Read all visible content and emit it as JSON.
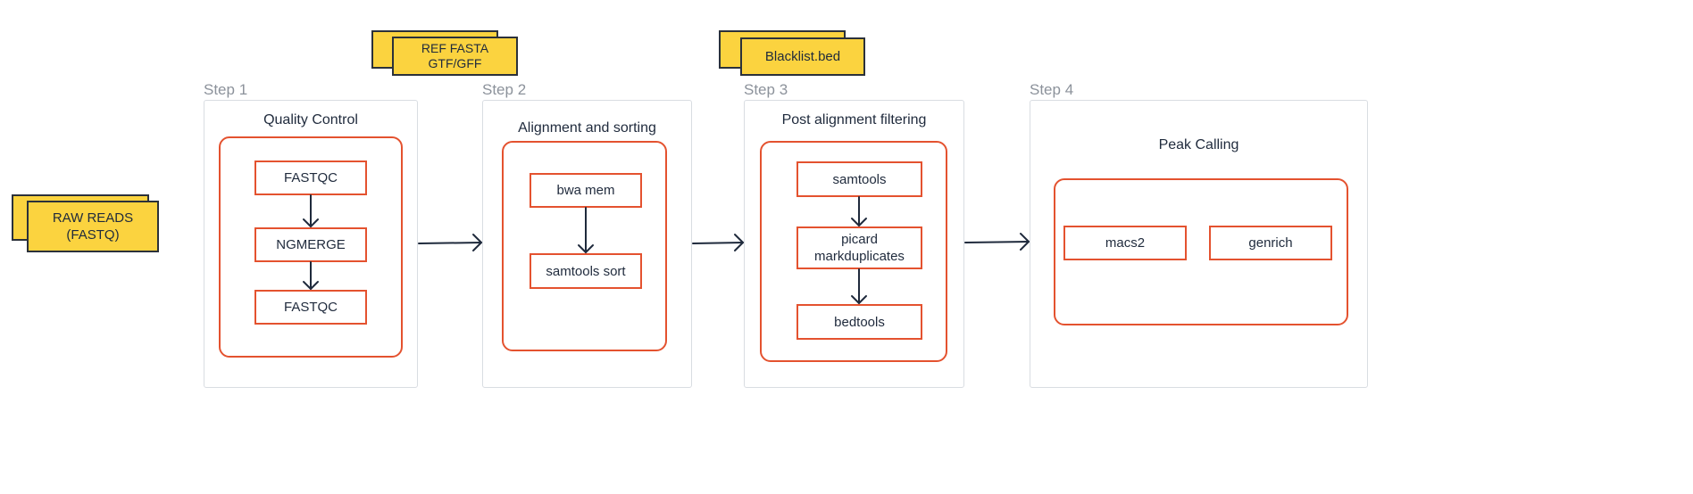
{
  "inputs": {
    "raw_reads": "RAW READS\n(FASTQ)",
    "reference": "REF FASTA\nGTF/GFF",
    "blacklist": "Blacklist.bed"
  },
  "steps": [
    {
      "label": "Step 1",
      "title": "Quality Control",
      "tools": [
        "FASTQC",
        "NGMERGE",
        "FASTQC"
      ]
    },
    {
      "label": "Step 2",
      "title": "Alignment and sorting",
      "tools": [
        "bwa mem",
        "samtools sort"
      ]
    },
    {
      "label": "Step 3",
      "title": "Post alignment filtering",
      "tools": [
        "samtools",
        "picard\nmarkduplicates",
        "bedtools"
      ]
    },
    {
      "label": "Step 4",
      "title": "Peak Calling",
      "tools": [
        "macs2",
        "genrich"
      ]
    }
  ],
  "colors": {
    "note_fill": "#fbd33f",
    "tool_border": "#e4522f",
    "arrow": "#1f2a3c",
    "step_label": "#8c929b"
  }
}
